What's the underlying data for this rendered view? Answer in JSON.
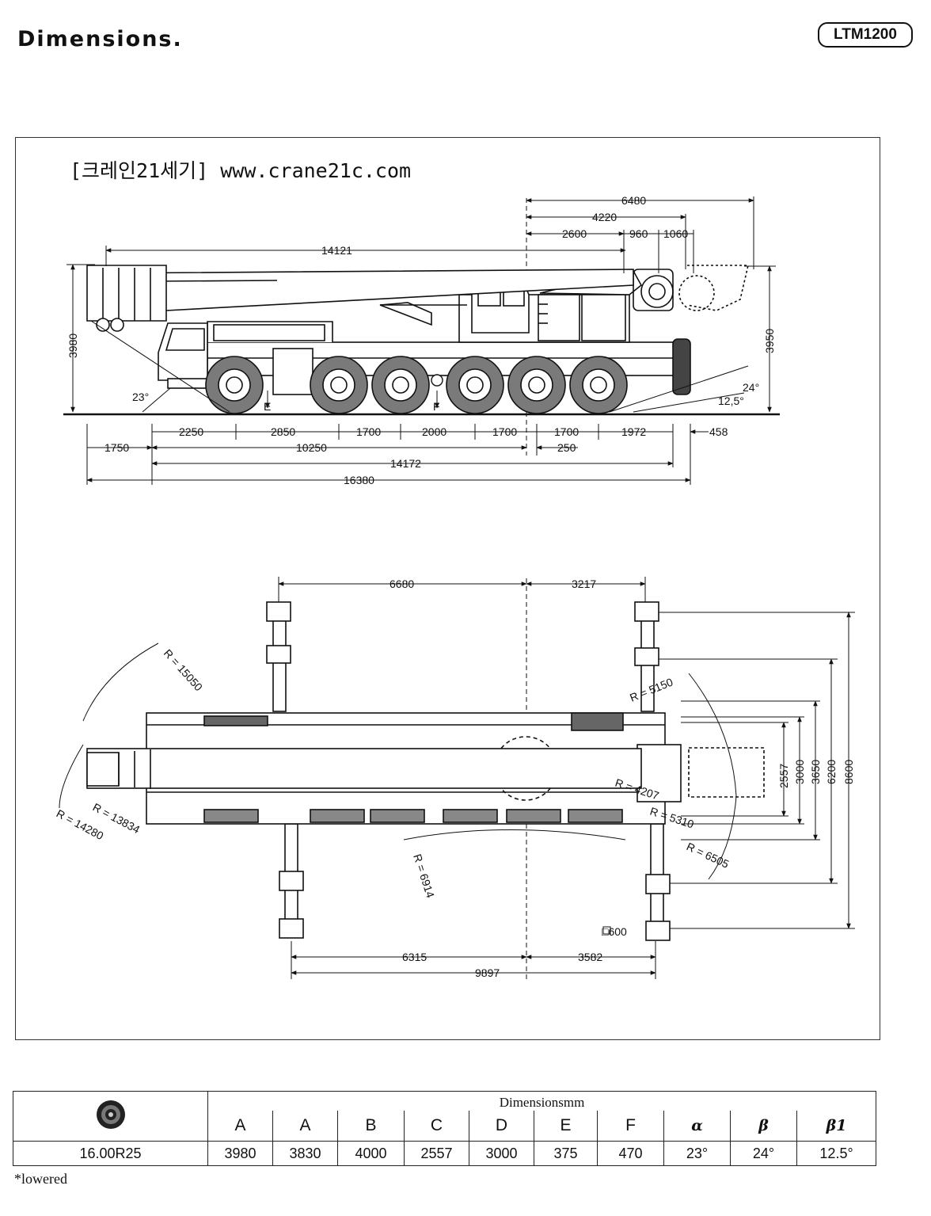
{
  "header": {
    "title": "Dimensions.",
    "model": "LTM1200"
  },
  "watermark": "[크레인21세기] www.crane21c.com",
  "side_view": {
    "dims_top": [
      "6480",
      "4220",
      "2600",
      "960",
      "1060",
      "14121"
    ],
    "heights": [
      "3980",
      "3950"
    ],
    "angles": [
      "23°",
      "24°",
      "12,5°"
    ],
    "markers": [
      "E",
      "F"
    ],
    "dims_bottom_row1": [
      "2250",
      "2850",
      "1700",
      "2000",
      "1700",
      "1700",
      "1972",
      "458"
    ],
    "dims_bottom_row2": [
      "1750",
      "10250",
      "250"
    ],
    "dims_bottom_row3": [
      "14172"
    ],
    "dims_bottom_row4": [
      "16380"
    ]
  },
  "top_view": {
    "dims_top": [
      "6680",
      "3217"
    ],
    "radii": [
      "R = 15050",
      "R = 13834",
      "R = 14280",
      "R = 5150",
      "R = 4207",
      "R = 5310",
      "R = 6505",
      "R = 6914"
    ],
    "widths": [
      "2557",
      "3000",
      "3650",
      "6200",
      "8600"
    ],
    "pad": "□600",
    "dims_bottom": [
      "6315",
      "3582",
      "9897"
    ]
  },
  "table": {
    "group_header": "Dimensionsmm",
    "tire_icon": "tire-icon",
    "columns": [
      "A",
      "A",
      "B",
      "C",
      "D",
      "E",
      "F",
      "α",
      "β",
      "β1"
    ],
    "row": {
      "tire": "16.00R25",
      "values": [
        "3980",
        "3830",
        "4000",
        "2557",
        "3000",
        "375",
        "470",
        "23°",
        "24°",
        "12.5°"
      ]
    },
    "footnote": "*lowered"
  }
}
